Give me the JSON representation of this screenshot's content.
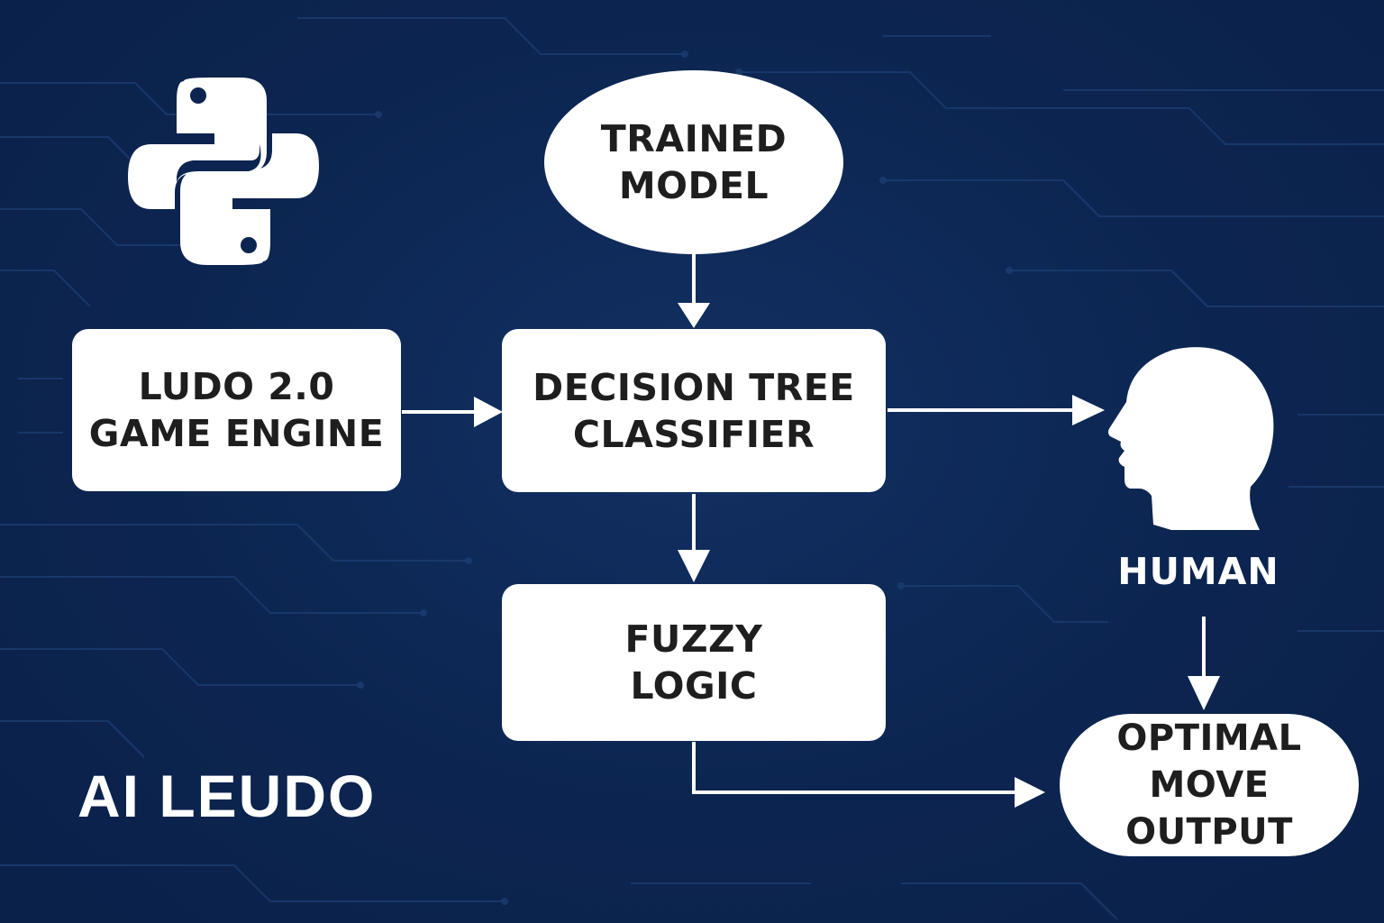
{
  "colors": {
    "background": "#0c2550",
    "circuit_lines": "#1b3b6f",
    "node_fill": "#ffffff",
    "node_text": "#1e1e1e",
    "arrow": "#ffffff"
  },
  "nodes": {
    "trained_model": {
      "line1": "TRAINED",
      "line2": "MODEL"
    },
    "game_engine": {
      "line1": "LUDO 2.0",
      "line2": "GAME ENGINE"
    },
    "decision_tree": {
      "line1": "DECISION TREE",
      "line2": "CLASSIFIER"
    },
    "fuzzy_logic": {
      "line1": "FUZZY",
      "line2": "LOGIC"
    },
    "optimal_move": {
      "line1": "OPTIMAL",
      "line2": "MOVE OUTPUT"
    }
  },
  "human": {
    "label": "HUMAN",
    "icon": "human-head-icon"
  },
  "logo": {
    "icon": "python-logo-icon"
  },
  "brand": {
    "text": "AI LEUDO"
  },
  "edges": [
    {
      "from": "TRAINED MODEL",
      "to": "DECISION TREE CLASSIFIER"
    },
    {
      "from": "LUDO 2.0 GAME ENGINE",
      "to": "DECISION TREE CLASSIFIER"
    },
    {
      "from": "DECISION TREE CLASSIFIER",
      "to": "HUMAN"
    },
    {
      "from": "DECISION TREE CLASSIFIER",
      "to": "FUZZY LOGIC"
    },
    {
      "from": "FUZZY LOGIC",
      "to": "OPTIMAL MOVE OUTPUT"
    },
    {
      "from": "HUMAN",
      "to": "OPTIMAL MOVE OUTPUT"
    }
  ]
}
